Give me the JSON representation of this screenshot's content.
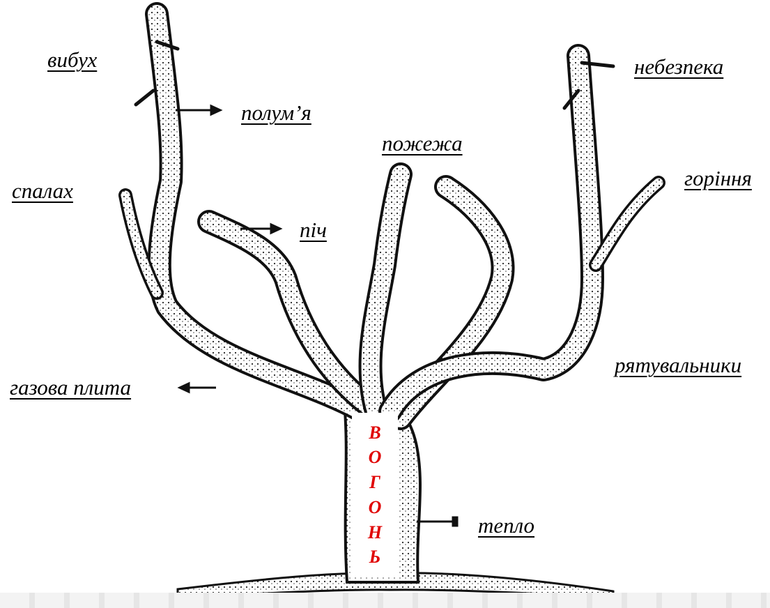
{
  "labels": {
    "vybukh": "вибух",
    "polumia": "полум’я",
    "spalakh": "спалах",
    "pich": "піч",
    "pozhezha": "пожежа",
    "nebezpeka": "небезпека",
    "gorinnia": "горіння",
    "riatuvalnyky": "рятувальники",
    "gazova_plyta": "газова плита",
    "teplo": "тепло"
  },
  "trunk": {
    "letters": [
      "В",
      "О",
      "Г",
      "О",
      "Н",
      "Ь"
    ],
    "color": "#e00000"
  },
  "colors": {
    "ink": "#111111",
    "bark": "#ffffff",
    "accent": "#e00000"
  }
}
